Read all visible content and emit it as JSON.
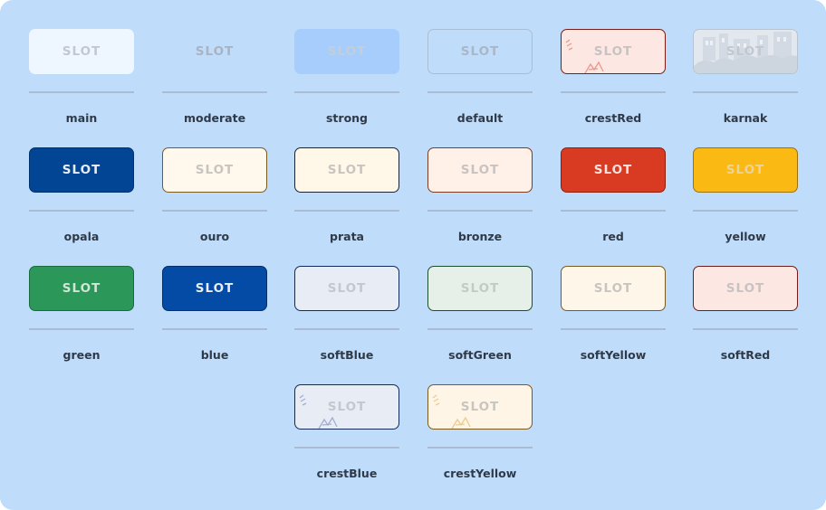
{
  "slot_label": "SLOT",
  "cells": [
    {
      "key": "main",
      "label": "main",
      "bg": "#eef6ff",
      "border": "#eef6ff",
      "text": "#c3c8d0",
      "pattern": "none"
    },
    {
      "key": "moderate",
      "label": "moderate",
      "bg": "#bfdcfb",
      "border": "#bfdcfb",
      "text": "#a9b3c1",
      "pattern": "none"
    },
    {
      "key": "strong",
      "label": "strong",
      "bg": "#a6cdfb",
      "border": "#a6cdfb",
      "text": "#c3cedb",
      "pattern": "none"
    },
    {
      "key": "default",
      "label": "default",
      "bg": "#bfdcfb",
      "border": "#a9bdd5",
      "text": "#aab7c6",
      "pattern": "none"
    },
    {
      "key": "crestRed",
      "label": "crestRed",
      "bg": "#fde7e2",
      "border": "#7b1d14",
      "text": "#c7c3c3",
      "pattern": "crest",
      "accent": "#e79a8c"
    },
    {
      "key": "karnak",
      "label": "karnak",
      "bg": "#e3e8ee",
      "border": "#b9c3cf",
      "text": "#c2c8d0",
      "pattern": "karnak"
    },
    {
      "key": "opala",
      "label": "opala",
      "bg": "#034595",
      "border": "#02306a",
      "text": "#e9eef6",
      "pattern": "none"
    },
    {
      "key": "ouro",
      "label": "ouro",
      "bg": "#fff8ed",
      "border": "#7b5a22",
      "text": "#c8c5c0",
      "pattern": "none"
    },
    {
      "key": "prata",
      "label": "prata",
      "bg": "#fff7e8",
      "border": "#1a2334",
      "text": "#c8c5c0",
      "pattern": "none"
    },
    {
      "key": "bronze",
      "label": "bronze",
      "bg": "#fff0e8",
      "border": "#7a3d24",
      "text": "#c8c3c0",
      "pattern": "none"
    },
    {
      "key": "red",
      "label": "red",
      "bg": "#d93a22",
      "border": "#8e1f10",
      "text": "#f6e3df",
      "pattern": "none"
    },
    {
      "key": "yellow",
      "label": "yellow",
      "bg": "#fbb914",
      "border": "#9a7214",
      "text": "#ecd39a",
      "pattern": "none"
    },
    {
      "key": "green",
      "label": "green",
      "bg": "#2b9759",
      "border": "#1a6a3d",
      "text": "#cfe6d8",
      "pattern": "none"
    },
    {
      "key": "blue",
      "label": "blue",
      "bg": "#044ba5",
      "border": "#022e6a",
      "text": "#e9eef6",
      "pattern": "none"
    },
    {
      "key": "softBlue",
      "label": "softBlue",
      "bg": "#e8ecf5",
      "border": "#112c5a",
      "text": "#c3c7cf",
      "pattern": "none"
    },
    {
      "key": "softGreen",
      "label": "softGreen",
      "bg": "#e6f0e8",
      "border": "#1c4e2e",
      "text": "#c3cbc6",
      "pattern": "none"
    },
    {
      "key": "softYellow",
      "label": "softYellow",
      "bg": "#fff6ea",
      "border": "#7b5a22",
      "text": "#c8c5c0",
      "pattern": "none"
    },
    {
      "key": "softRed",
      "label": "softRed",
      "bg": "#fde7e3",
      "border": "#6f1d18",
      "text": "#c8c3c3",
      "pattern": "none"
    },
    {
      "key": "crestBlue",
      "label": "crestBlue",
      "bg": "#e8ecf5",
      "border": "#112c5a",
      "text": "#c3c7cf",
      "pattern": "crest",
      "accent": "#9db0d2"
    },
    {
      "key": "crestYellow",
      "label": "crestYellow",
      "bg": "#fff5e6",
      "border": "#7b5a22",
      "text": "#c8c5c0",
      "pattern": "crest",
      "accent": "#eccb8c"
    }
  ]
}
